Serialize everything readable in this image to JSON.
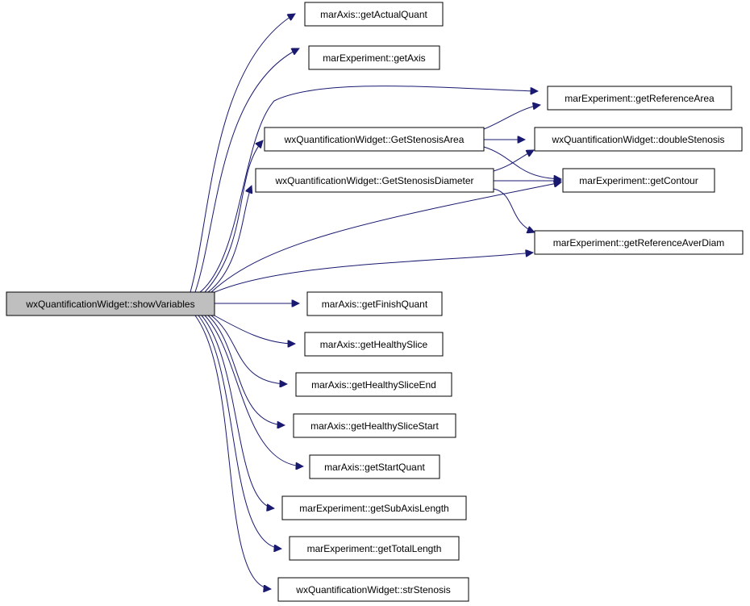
{
  "graph": {
    "root": "wxQuantificationWidget::showVariables",
    "colors": {
      "edge": "#191970",
      "root_fill": "#bfbfbf",
      "node_fill": "#ffffff",
      "border": "#000000"
    },
    "nodes": {
      "root": "wxQuantificationWidget::showVariables",
      "getActualQuant": "marAxis::getActualQuant",
      "getAxis": "marExperiment::getAxis",
      "getReferenceArea": "marExperiment::getReferenceArea",
      "getStenosisArea": "wxQuantificationWidget::GetStenosisArea",
      "doubleStenosis": "wxQuantificationWidget::doubleStenosis",
      "getStenosisDiameter": "wxQuantificationWidget::GetStenosisDiameter",
      "getContour": "marExperiment::getContour",
      "getReferenceAverDiam": "marExperiment::getReferenceAverDiam",
      "getFinishQuant": "marAxis::getFinishQuant",
      "getHealthySlice": "marAxis::getHealthySlice",
      "getHealthySliceEnd": "marAxis::getHealthySliceEnd",
      "getHealthySliceStart": "marAxis::getHealthySliceStart",
      "getStartQuant": "marAxis::getStartQuant",
      "getSubAxisLength": "marExperiment::getSubAxisLength",
      "getTotalLength": "marExperiment::getTotalLength",
      "strStenosis": "wxQuantificationWidget::strStenosis"
    },
    "edges": [
      [
        "root",
        "getActualQuant"
      ],
      [
        "root",
        "getAxis"
      ],
      [
        "root",
        "getReferenceArea"
      ],
      [
        "root",
        "getStenosisArea"
      ],
      [
        "root",
        "getStenosisDiameter"
      ],
      [
        "root",
        "getContour"
      ],
      [
        "root",
        "getReferenceAverDiam"
      ],
      [
        "root",
        "getFinishQuant"
      ],
      [
        "root",
        "getHealthySlice"
      ],
      [
        "root",
        "getHealthySliceEnd"
      ],
      [
        "root",
        "getHealthySliceStart"
      ],
      [
        "root",
        "getStartQuant"
      ],
      [
        "root",
        "getSubAxisLength"
      ],
      [
        "root",
        "getTotalLength"
      ],
      [
        "root",
        "strStenosis"
      ],
      [
        "getStenosisArea",
        "getReferenceArea"
      ],
      [
        "getStenosisArea",
        "doubleStenosis"
      ],
      [
        "getStenosisArea",
        "getContour"
      ],
      [
        "getStenosisDiameter",
        "doubleStenosis"
      ],
      [
        "getStenosisDiameter",
        "getContour"
      ],
      [
        "getStenosisDiameter",
        "getReferenceAverDiam"
      ]
    ]
  }
}
